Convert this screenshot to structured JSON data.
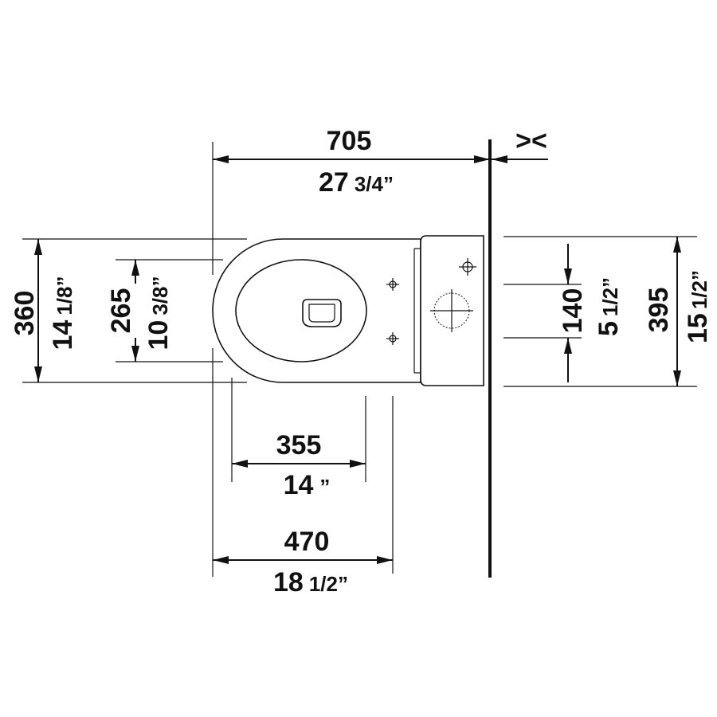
{
  "drawing": {
    "dims": {
      "overall_length": {
        "metric": "705",
        "imperial_whole": "27",
        "imperial_frac": "3/4”"
      },
      "bowl_length": {
        "metric": "355",
        "imperial_whole": "14",
        "imperial_frac": "”"
      },
      "seat_length": {
        "metric": "470",
        "imperial_whole": "18",
        "imperial_frac": "1/2”"
      },
      "overall_width": {
        "metric": "360",
        "imperial_whole": "14",
        "imperial_frac": "1/8”"
      },
      "inner_width": {
        "metric": "265",
        "imperial_whole": "10",
        "imperial_frac": "3/8”"
      },
      "fixing_spacing": {
        "metric": "140",
        "imperial_whole": "5",
        "imperial_frac": "1/2”"
      },
      "tank_width": {
        "metric": "395",
        "imperial_whole": "15",
        "imperial_frac": "1/2”"
      },
      "wall_gap_symbol": "><"
    }
  }
}
